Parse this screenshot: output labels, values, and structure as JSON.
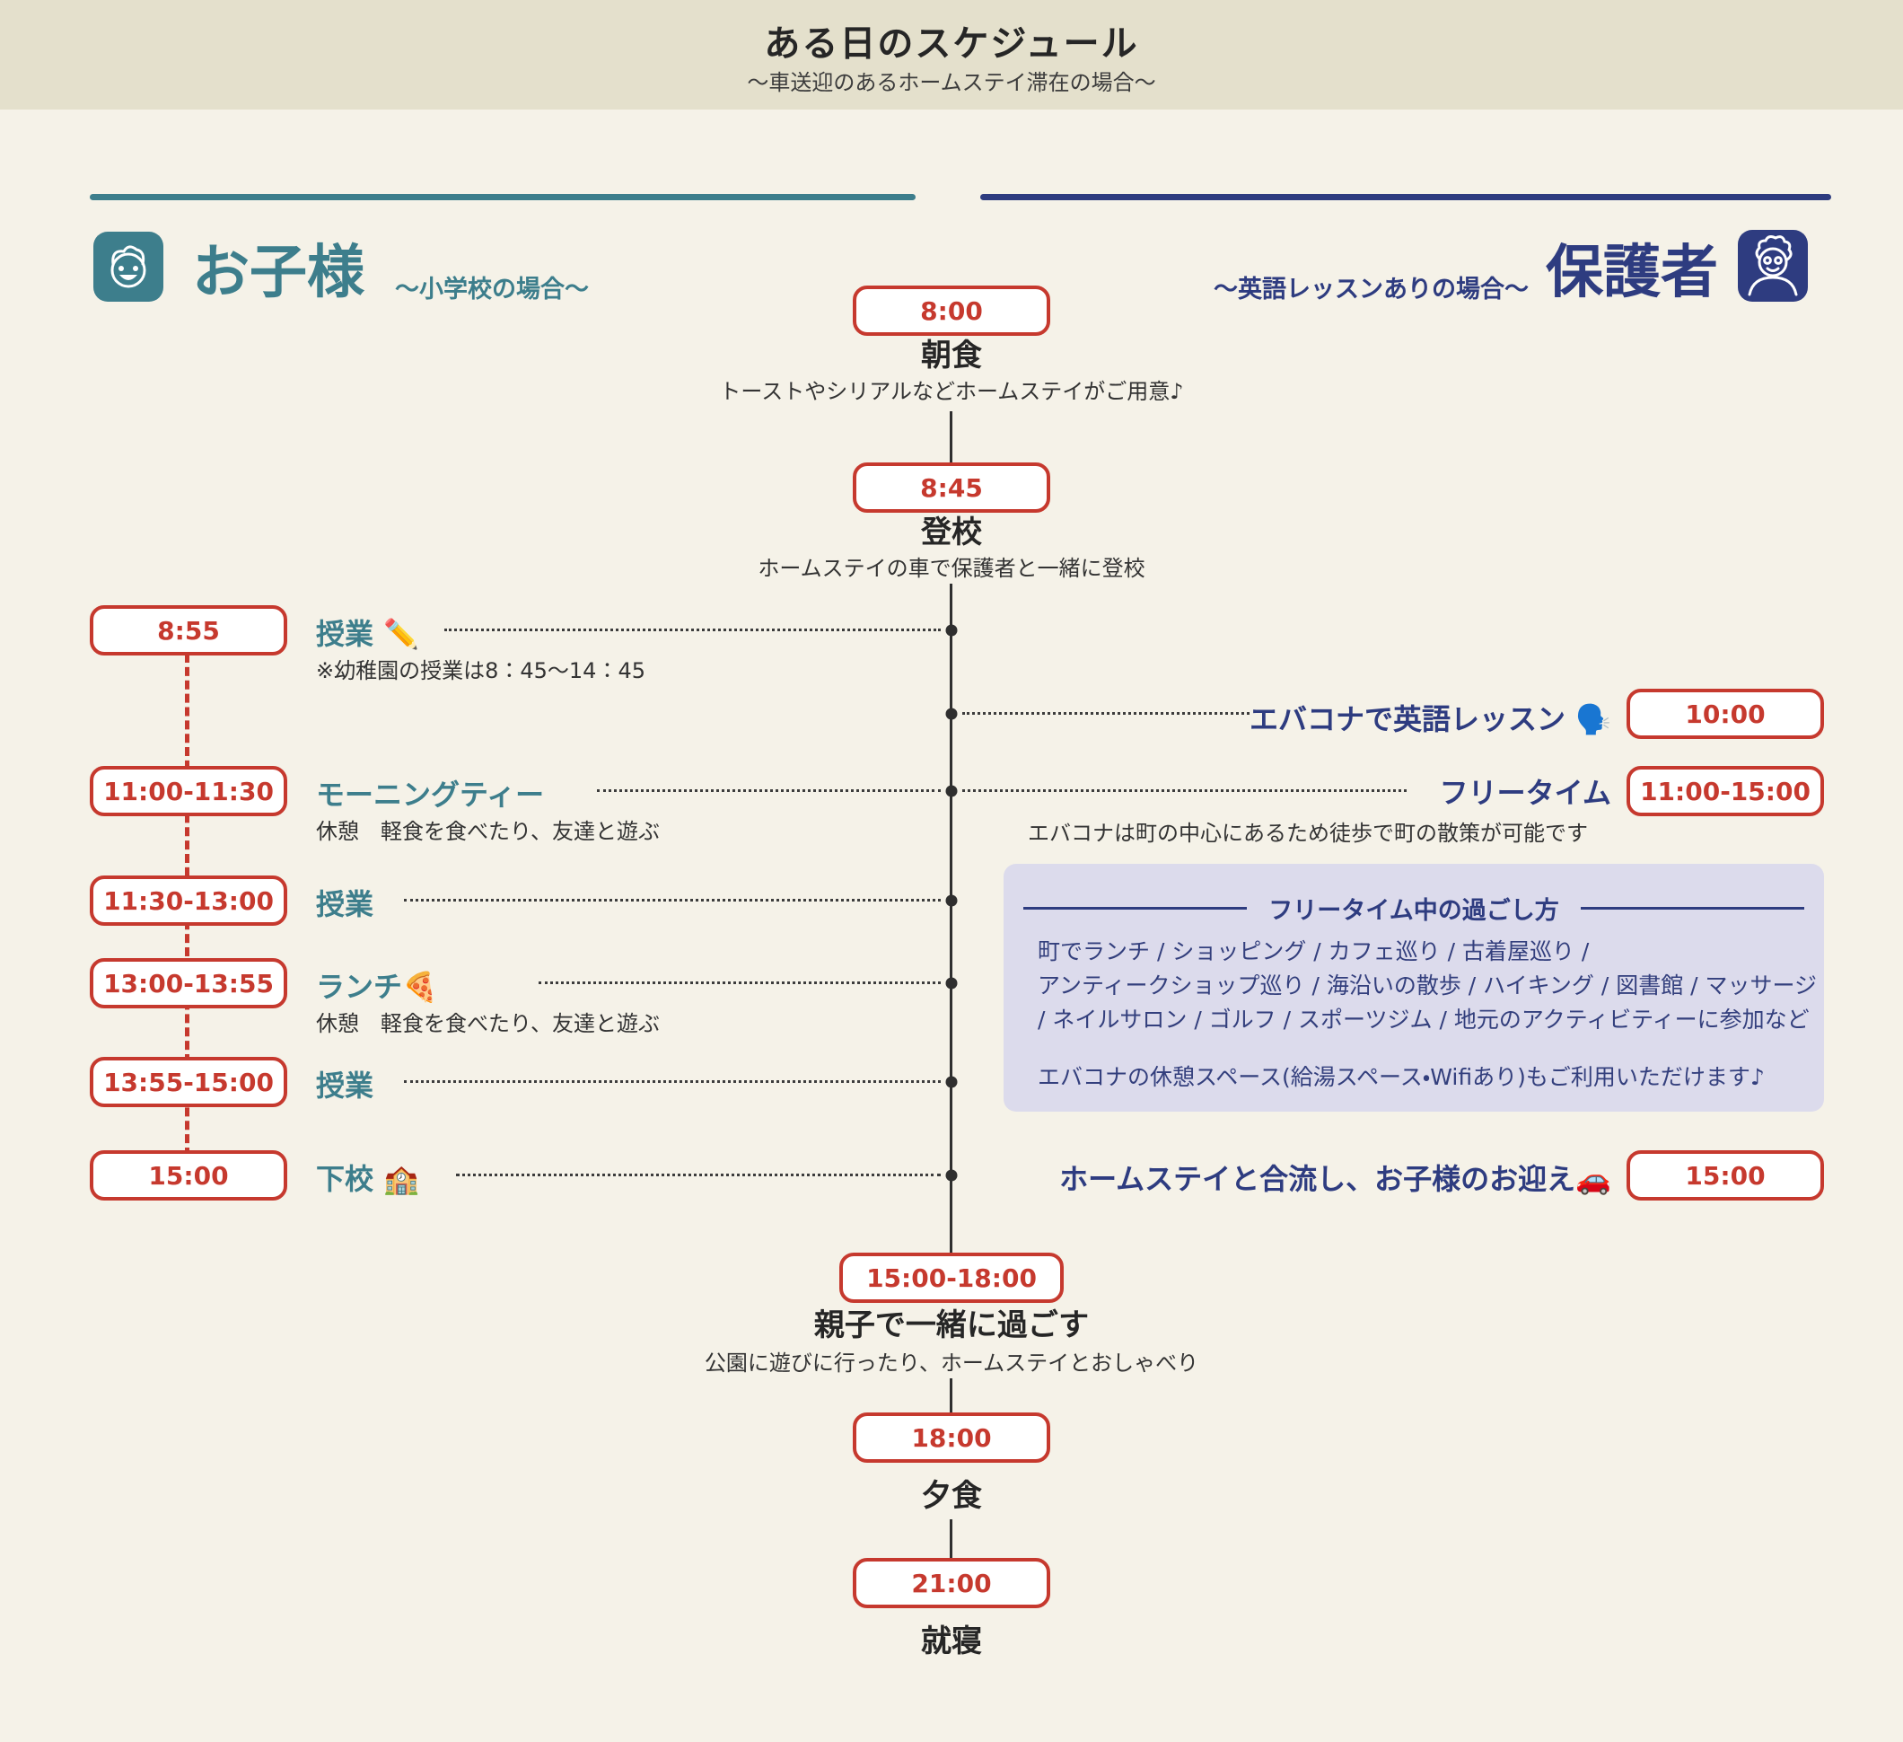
{
  "header": {
    "title": "ある日のスケジュール",
    "subtitle": "〜車送迎のあるホームステイ滞在の場合〜"
  },
  "child_section": {
    "title": "お子様",
    "subtitle": "〜小学校の場合〜",
    "icon": "child-face-icon"
  },
  "parent_section": {
    "title": "保護者",
    "subtitle": "〜英語レッスンありの場合〜",
    "icon": "parent-face-icon"
  },
  "center_events": [
    {
      "time": "8:00",
      "title": "朝食",
      "desc": "トーストやシリアルなどホームステイがご用意♪"
    },
    {
      "time": "8:45",
      "title": "登校",
      "desc": "ホームステイの車で保護者と一緒に登校"
    },
    {
      "time": "15:00-18:00",
      "title": "親子で一緒に過ごす",
      "desc": "公園に遊びに行ったり、ホームステイとおしゃべり"
    },
    {
      "time": "18:00",
      "title": "夕食",
      "desc": ""
    },
    {
      "time": "21:00",
      "title": "就寝",
      "desc": ""
    }
  ],
  "child_events": [
    {
      "time": "8:55",
      "title": "授業",
      "emoji": "✏️",
      "note": "※幼稚園の授業は8：45〜14：45"
    },
    {
      "time": "11:00-11:30",
      "title": "モーニングティー",
      "emoji": "",
      "note": "休憩　軽食を食べたり、友達と遊ぶ"
    },
    {
      "time": "11:30-13:00",
      "title": "授業",
      "emoji": "",
      "note": ""
    },
    {
      "time": "13:00-13:55",
      "title": "ランチ",
      "emoji": "🍕",
      "note": "休憩　軽食を食べたり、友達と遊ぶ"
    },
    {
      "time": "13:55-15:00",
      "title": "授業",
      "emoji": "",
      "note": ""
    },
    {
      "time": "15:00",
      "title": "下校",
      "emoji": "🏫",
      "note": ""
    }
  ],
  "parent_events": [
    {
      "time": "10:00",
      "title": "エバコナで英語レッスン",
      "emoji": "🗣️"
    },
    {
      "time": "11:00-15:00",
      "title": "フリータイム",
      "emoji": "",
      "note": "エバコナは町の中心にあるため徒歩で町の散策が可能です"
    },
    {
      "time": "15:00",
      "title": "ホームステイと合流し、お子様のお迎え",
      "emoji": "🚗"
    }
  ],
  "freetime_box": {
    "title": "フリータイム中の過ごし方",
    "lines": [
      "町でランチ / ショッピング / カフェ巡り / 古着屋巡り /",
      "アンティークショップ巡り / 海沿いの散歩 / ハイキング / 図書館 / マッサージ",
      "/ ネイルサロン / ゴルフ / スポーツジム / 地元のアクティビティーに参加など",
      "エバコナの休憩スペース(給湯スペース・Wifiあり)もご利用いただけます♪"
    ]
  },
  "colors": {
    "page_bg": "#f5f2e8",
    "header_bg": "#e4e0cc",
    "accent_red": "#c6392e",
    "accent_teal": "#3d7e8c",
    "accent_navy": "#2e3c80",
    "freetime_bg": "#dcdbec"
  }
}
